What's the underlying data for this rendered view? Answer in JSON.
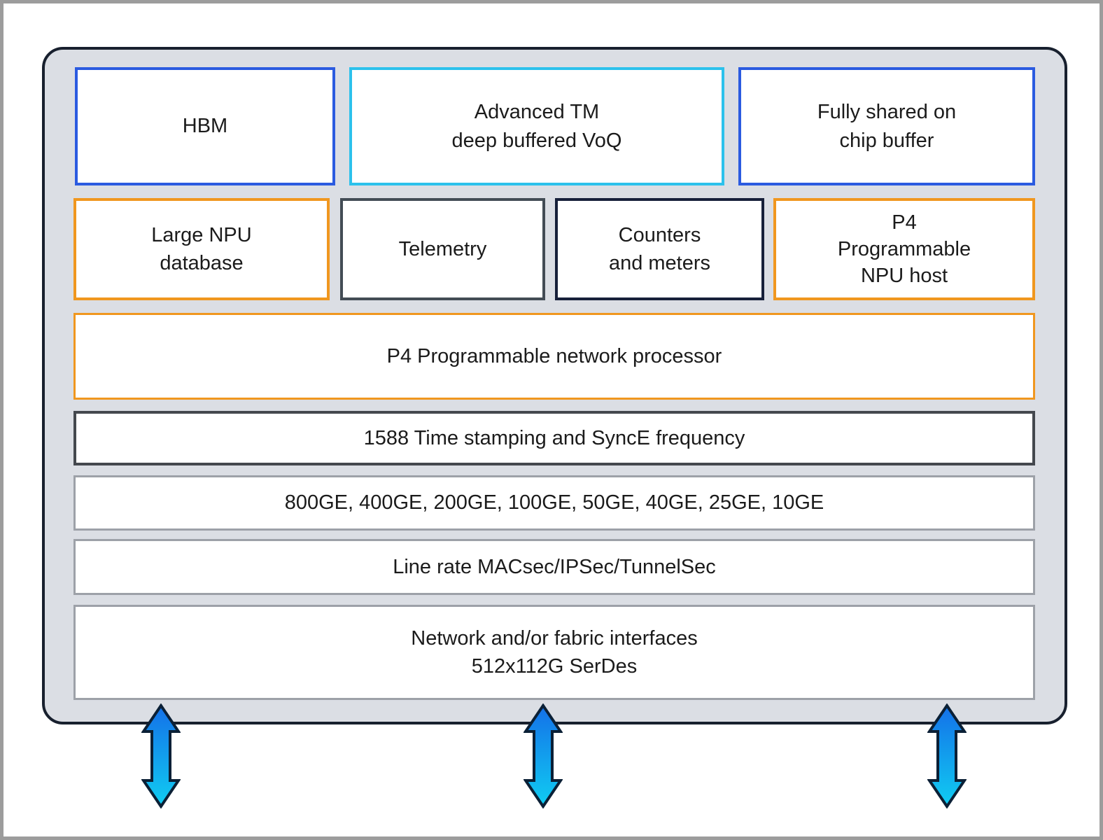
{
  "diagram": {
    "name": "network-processor-chip-architecture",
    "boxes": {
      "hbm": {
        "label": "HBM",
        "border": "#2b5be0"
      },
      "advanced_tm": {
        "label": "Advanced TM\ndeep buffered VoQ",
        "border": "#2cc1ec"
      },
      "shared_buffer": {
        "label": "Fully shared on\nchip buffer",
        "border": "#2b5be0"
      },
      "npu_database": {
        "label": "Large NPU\ndatabase",
        "border": "#f0971f"
      },
      "telemetry": {
        "label": "Telemetry",
        "border": "#434c55"
      },
      "counters": {
        "label": "Counters\nand meters",
        "border": "#17203a"
      },
      "p4_npu_host": {
        "label": "P4\nProgrammable\nNPU host",
        "border": "#f0971f"
      },
      "p4_processor": {
        "label": "P4 Programmable network processor",
        "border": "#f0971f"
      },
      "time_stamping": {
        "label": "1588 Time stamping and SyncE frequency",
        "border": "#44484e"
      },
      "port_speeds": {
        "label": "800GE, 400GE, 200GE, 100GE, 50GE, 40GE, 25GE, 10GE",
        "border": "#9da1a8"
      },
      "macsec": {
        "label": "Line rate MACsec/IPSec/TunnelSec",
        "border": "#9da1a8"
      },
      "interfaces": {
        "label": "Network and/or fabric interfaces\n512x112G SerDes",
        "border": "#9da1a8"
      }
    },
    "chip": {
      "fill": "#dbdee4",
      "border": "#18202e"
    },
    "arrow": {
      "gradient_top": "#1470e8",
      "gradient_bottom": "#10cdf2",
      "outline": "#0b2036",
      "count": 3
    },
    "frame_border": "#9c9c9c"
  }
}
